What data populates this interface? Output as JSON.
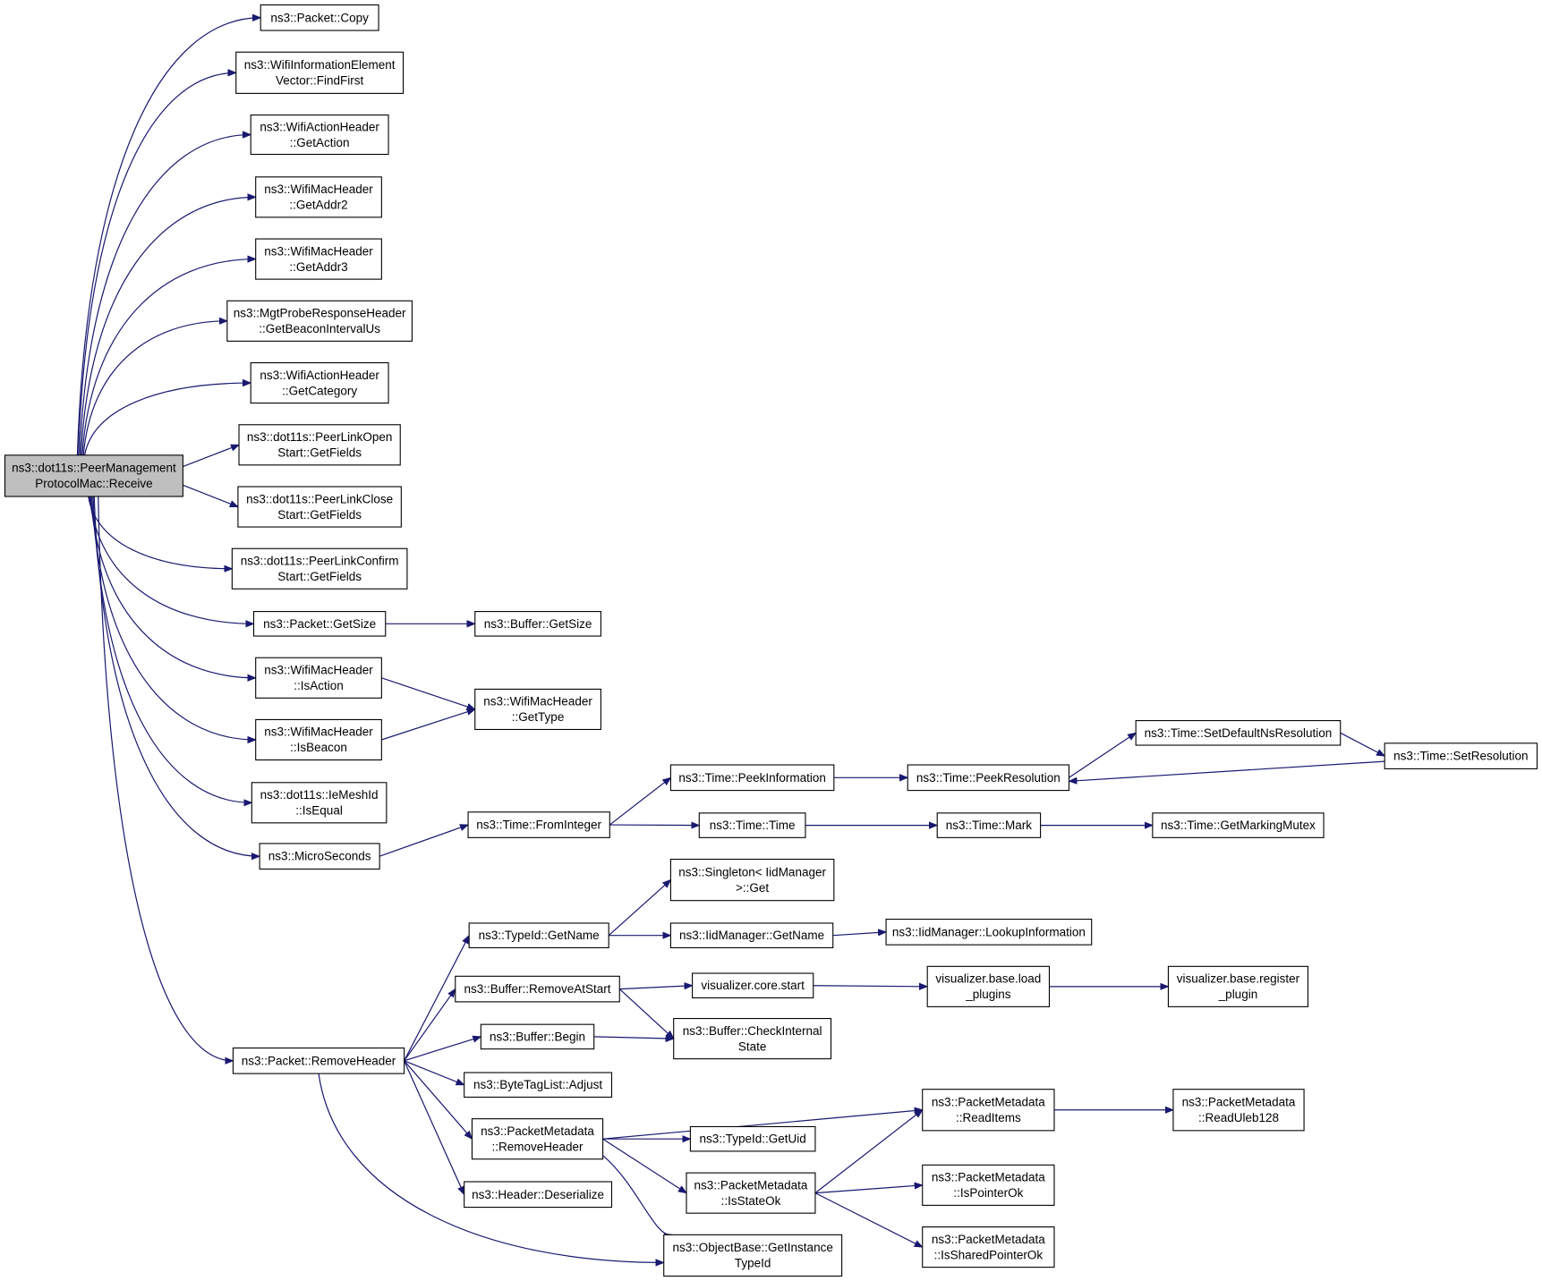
{
  "title": "ns3::dot11s::PeerManagementProtocolMac::Receive",
  "colors": {
    "edge": "#191970",
    "root_fill": "#bfbfbf",
    "node_fill": "#ffffff",
    "node_border": "#000000"
  },
  "nodes": [
    {
      "id": "root",
      "lines": [
        "ns3::dot11s::PeerManagement",
        "ProtocolMac::Receive"
      ],
      "highlighted": true
    },
    {
      "id": "packet_copy",
      "lines": [
        "ns3::Packet::Copy"
      ]
    },
    {
      "id": "find_first",
      "lines": [
        "ns3::WifiInformationElement",
        "Vector::FindFirst"
      ]
    },
    {
      "id": "get_action",
      "lines": [
        "ns3::WifiActionHeader",
        "::GetAction"
      ]
    },
    {
      "id": "get_addr2",
      "lines": [
        "ns3::WifiMacHeader",
        "::GetAddr2"
      ]
    },
    {
      "id": "get_addr3",
      "lines": [
        "ns3::WifiMacHeader",
        "::GetAddr3"
      ]
    },
    {
      "id": "get_beacon_interval",
      "lines": [
        "ns3::MgtProbeResponseHeader",
        "::GetBeaconIntervalUs"
      ]
    },
    {
      "id": "get_category",
      "lines": [
        "ns3::WifiActionHeader",
        "::GetCategory"
      ]
    },
    {
      "id": "open_getfields",
      "lines": [
        "ns3::dot11s::PeerLinkOpen",
        "Start::GetFields"
      ]
    },
    {
      "id": "close_getfields",
      "lines": [
        "ns3::dot11s::PeerLinkClose",
        "Start::GetFields"
      ]
    },
    {
      "id": "confirm_getfields",
      "lines": [
        "ns3::dot11s::PeerLinkConfirm",
        "Start::GetFields"
      ]
    },
    {
      "id": "packet_getsize",
      "lines": [
        "ns3::Packet::GetSize"
      ]
    },
    {
      "id": "buffer_getsize",
      "lines": [
        "ns3::Buffer::GetSize"
      ]
    },
    {
      "id": "is_action",
      "lines": [
        "ns3::WifiMacHeader",
        "::IsAction"
      ]
    },
    {
      "id": "get_type",
      "lines": [
        "ns3::WifiMacHeader",
        "::GetType"
      ]
    },
    {
      "id": "is_beacon",
      "lines": [
        "ns3::WifiMacHeader",
        "::IsBeacon"
      ]
    },
    {
      "id": "is_equal",
      "lines": [
        "ns3::dot11s::IeMeshId",
        "::IsEqual"
      ]
    },
    {
      "id": "microseconds",
      "lines": [
        "ns3::MicroSeconds"
      ]
    },
    {
      "id": "from_integer",
      "lines": [
        "ns3::Time::FromInteger"
      ]
    },
    {
      "id": "peek_information",
      "lines": [
        "ns3::Time::PeekInformation"
      ]
    },
    {
      "id": "peek_resolution",
      "lines": [
        "ns3::Time::PeekResolution"
      ]
    },
    {
      "id": "set_default_ns",
      "lines": [
        "ns3::Time::SetDefaultNsResolution"
      ]
    },
    {
      "id": "set_resolution",
      "lines": [
        "ns3::Time::SetResolution"
      ]
    },
    {
      "id": "time_time",
      "lines": [
        "ns3::Time::Time"
      ]
    },
    {
      "id": "time_mark",
      "lines": [
        "ns3::Time::Mark"
      ]
    },
    {
      "id": "get_marking_mutex",
      "lines": [
        "ns3::Time::GetMarkingMutex"
      ]
    },
    {
      "id": "singleton_get",
      "lines": [
        "ns3::Singleton< IidManager",
        ">::Get"
      ]
    },
    {
      "id": "typeid_getname",
      "lines": [
        "ns3::TypeId::GetName"
      ]
    },
    {
      "id": "iid_getname",
      "lines": [
        "ns3::IidManager::GetName"
      ]
    },
    {
      "id": "lookup_information",
      "lines": [
        "ns3::IidManager::LookupInformation"
      ]
    },
    {
      "id": "remove_at_start",
      "lines": [
        "ns3::Buffer::RemoveAtStart"
      ]
    },
    {
      "id": "viz_core_start",
      "lines": [
        "visualizer.core.start"
      ]
    },
    {
      "id": "viz_load_plugins",
      "lines": [
        "visualizer.base.load",
        "_plugins"
      ]
    },
    {
      "id": "viz_register_plugin",
      "lines": [
        "visualizer.base.register",
        "_plugin"
      ]
    },
    {
      "id": "buffer_begin",
      "lines": [
        "ns3::Buffer::Begin"
      ]
    },
    {
      "id": "check_internal_state",
      "lines": [
        "ns3::Buffer::CheckInternal",
        "State"
      ]
    },
    {
      "id": "packet_remove_header",
      "lines": [
        "ns3::Packet::RemoveHeader"
      ]
    },
    {
      "id": "bytetaglist_adjust",
      "lines": [
        "ns3::ByteTagList::Adjust"
      ]
    },
    {
      "id": "pm_remove_header",
      "lines": [
        "ns3::PacketMetadata",
        "::RemoveHeader"
      ]
    },
    {
      "id": "pm_read_items",
      "lines": [
        "ns3::PacketMetadata",
        "::ReadItems"
      ]
    },
    {
      "id": "pm_read_uleb",
      "lines": [
        "ns3::PacketMetadata",
        "::ReadUleb128"
      ]
    },
    {
      "id": "typeid_getuid",
      "lines": [
        "ns3::TypeId::GetUid"
      ]
    },
    {
      "id": "pm_is_state_ok",
      "lines": [
        "ns3::PacketMetadata",
        "::IsStateOk"
      ]
    },
    {
      "id": "pm_is_pointer_ok",
      "lines": [
        "ns3::PacketMetadata",
        "::IsPointerOk"
      ]
    },
    {
      "id": "pm_is_shared_pointer_ok",
      "lines": [
        "ns3::PacketMetadata",
        "::IsSharedPointerOk"
      ]
    },
    {
      "id": "header_deserialize",
      "lines": [
        "ns3::Header::Deserialize"
      ]
    },
    {
      "id": "get_instance_typeid",
      "lines": [
        "ns3::ObjectBase::GetInstance",
        "TypeId"
      ]
    }
  ],
  "edges": [
    [
      "root",
      "packet_copy"
    ],
    [
      "root",
      "find_first"
    ],
    [
      "root",
      "get_action"
    ],
    [
      "root",
      "get_addr2"
    ],
    [
      "root",
      "get_addr3"
    ],
    [
      "root",
      "get_beacon_interval"
    ],
    [
      "root",
      "get_category"
    ],
    [
      "root",
      "open_getfields"
    ],
    [
      "root",
      "close_getfields"
    ],
    [
      "root",
      "confirm_getfields"
    ],
    [
      "root",
      "packet_getsize"
    ],
    [
      "root",
      "is_action"
    ],
    [
      "root",
      "is_beacon"
    ],
    [
      "root",
      "is_equal"
    ],
    [
      "root",
      "microseconds"
    ],
    [
      "root",
      "packet_remove_header"
    ],
    [
      "packet_getsize",
      "buffer_getsize"
    ],
    [
      "is_action",
      "get_type"
    ],
    [
      "is_beacon",
      "get_type"
    ],
    [
      "microseconds",
      "from_integer"
    ],
    [
      "from_integer",
      "peek_information"
    ],
    [
      "from_integer",
      "time_time"
    ],
    [
      "peek_information",
      "peek_resolution"
    ],
    [
      "peek_resolution",
      "set_default_ns"
    ],
    [
      "set_default_ns",
      "set_resolution"
    ],
    [
      "set_resolution",
      "peek_resolution"
    ],
    [
      "time_time",
      "time_mark"
    ],
    [
      "time_mark",
      "get_marking_mutex"
    ],
    [
      "packet_remove_header",
      "typeid_getname"
    ],
    [
      "packet_remove_header",
      "remove_at_start"
    ],
    [
      "packet_remove_header",
      "buffer_begin"
    ],
    [
      "packet_remove_header",
      "bytetaglist_adjust"
    ],
    [
      "packet_remove_header",
      "pm_remove_header"
    ],
    [
      "packet_remove_header",
      "header_deserialize"
    ],
    [
      "packet_remove_header",
      "get_instance_typeid"
    ],
    [
      "typeid_getname",
      "singleton_get"
    ],
    [
      "typeid_getname",
      "iid_getname"
    ],
    [
      "iid_getname",
      "lookup_information"
    ],
    [
      "remove_at_start",
      "viz_core_start"
    ],
    [
      "remove_at_start",
      "check_internal_state"
    ],
    [
      "viz_core_start",
      "viz_load_plugins"
    ],
    [
      "viz_load_plugins",
      "viz_register_plugin"
    ],
    [
      "buffer_begin",
      "check_internal_state"
    ],
    [
      "pm_remove_header",
      "pm_read_items"
    ],
    [
      "pm_remove_header",
      "typeid_getuid"
    ],
    [
      "pm_remove_header",
      "pm_is_state_ok"
    ],
    [
      "pm_remove_header",
      "get_instance_typeid"
    ],
    [
      "pm_read_items",
      "pm_read_uleb"
    ],
    [
      "pm_is_state_ok",
      "pm_read_items"
    ],
    [
      "pm_is_state_ok",
      "pm_is_pointer_ok"
    ],
    [
      "pm_is_state_ok",
      "pm_is_shared_pointer_ok"
    ]
  ]
}
